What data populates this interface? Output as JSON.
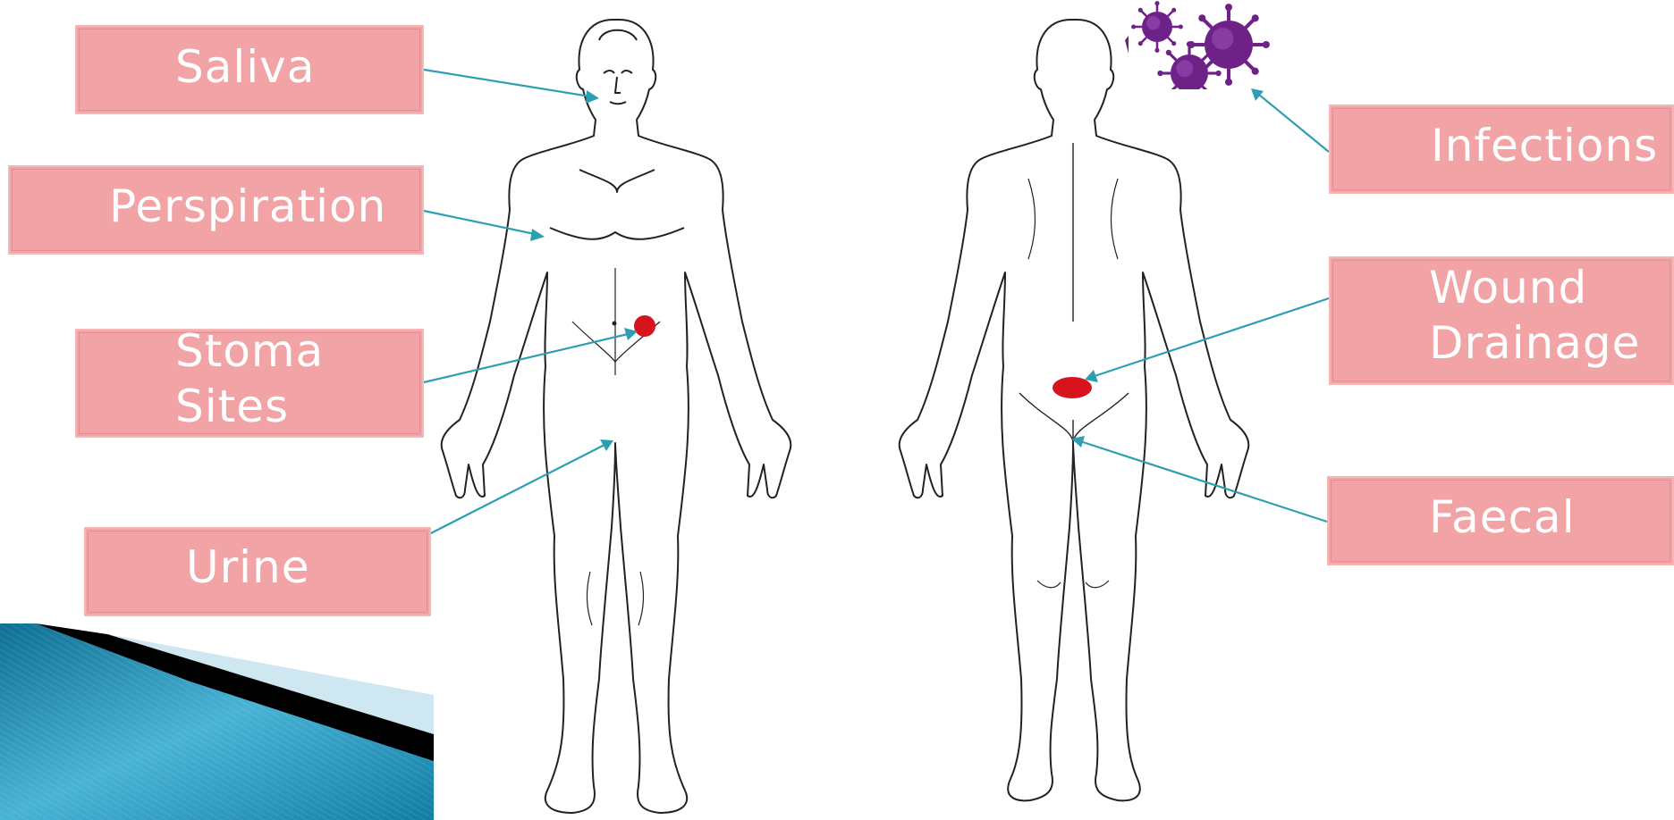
{
  "labels": {
    "saliva": "Saliva",
    "perspiration": "Perspiration",
    "stoma_line1": "Stoma",
    "stoma_line2": "Sites",
    "urine": "Urine",
    "infections": "Infections",
    "wound_line1": "Wound",
    "wound_line2": "Drainage",
    "faecal": "Faecal"
  },
  "colors": {
    "label_fill": "#f2a3a5",
    "arrow": "#2e9fb3",
    "marker": "#d7141e",
    "virus": "#7a2d8f",
    "corner_teal": "#1b8fb0"
  },
  "icons": [
    "virus-icon",
    "front-body-figure",
    "back-body-figure"
  ]
}
